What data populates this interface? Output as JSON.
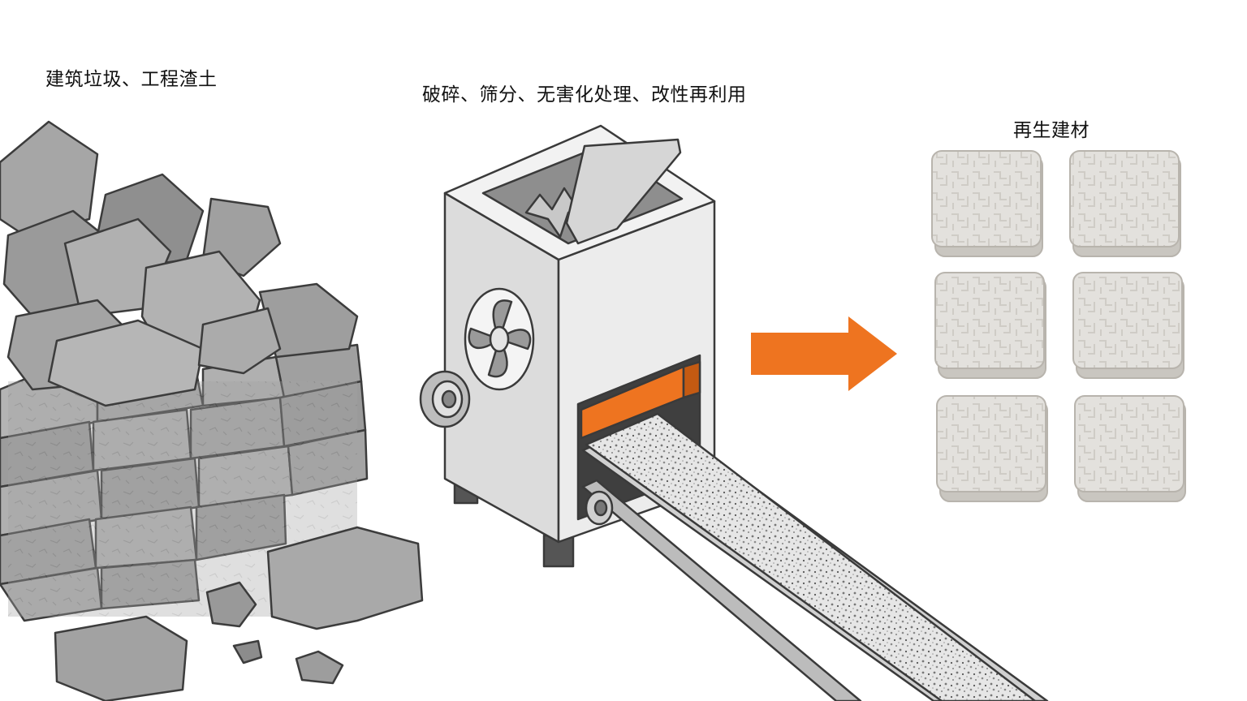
{
  "labels": {
    "source": "建筑垃圾、工程渣土",
    "process": "破碎、筛分、无害化处理、改性再利用",
    "product": "再生建材"
  },
  "colors": {
    "accent": "#ee7420",
    "stone_fill": "#9a9a9a",
    "stone_edge": "#3c3c3c",
    "machine_fill": "#e9e9e9",
    "tile_fill": "#e2e0dc"
  },
  "icons": {
    "debris": "rubble-brick-pile-icon",
    "machine": "crusher-machine-icon",
    "conveyor": "conveyor-belt-icon",
    "arrow": "right-arrow-icon",
    "products": "recycled-tile-icon"
  }
}
